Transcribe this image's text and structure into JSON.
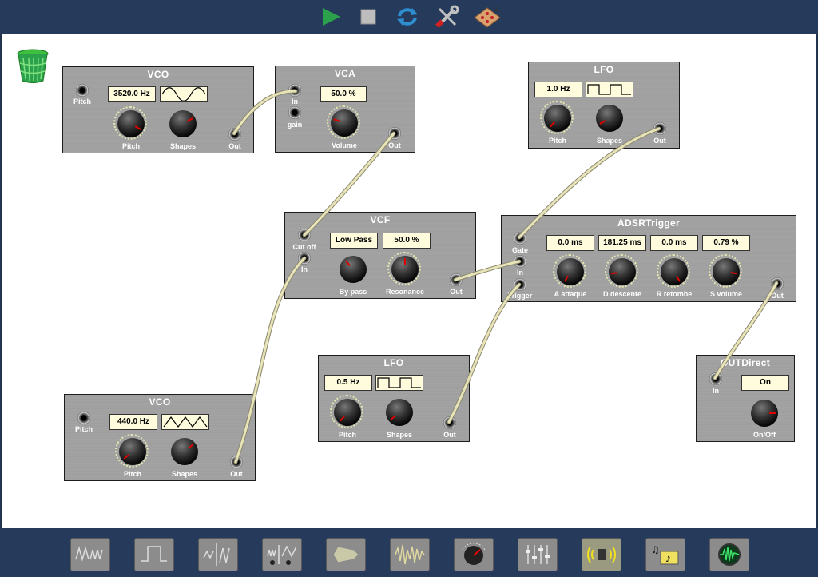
{
  "toolbar": {
    "items": [
      {
        "name": "play-icon"
      },
      {
        "name": "stop-icon"
      },
      {
        "name": "refresh-icon"
      },
      {
        "name": "settings-tools-icon"
      },
      {
        "name": "patch-icon"
      }
    ]
  },
  "trash": {
    "icon": "trash-icon"
  },
  "modules": {
    "vco1": {
      "title": "VCO",
      "freq": "3520.0 Hz",
      "wave": "sine",
      "pitch_in": "Pitch",
      "pitch_knob": "Pitch",
      "shapes_knob": "Shapes",
      "out": "Out"
    },
    "vca": {
      "title": "VCA",
      "volume_value": "50.0 %",
      "in": "In",
      "gain": "gain",
      "volume_knob": "Volume",
      "out": "Out"
    },
    "lfo1": {
      "title": "LFO",
      "freq": "1.0 Hz",
      "wave": "square",
      "pitch_knob": "Pitch",
      "shapes_knob": "Shapes",
      "out": "Out"
    },
    "vcf": {
      "title": "VCF",
      "mode": "Low Pass",
      "resonance_value": "50.0 %",
      "cutoff": "Cut off",
      "in": "In",
      "bypass_knob": "By pass",
      "resonance_knob": "Resonance",
      "out": "Out"
    },
    "adsr": {
      "title": "ADSRTrigger",
      "values": [
        "0.0 ms",
        "181.25 ms",
        "0.0 ms",
        "0.79 %"
      ],
      "gate": "Gate",
      "in": "In",
      "trigger": "Trigger",
      "knobs": [
        "A attaque",
        "D descente",
        "R retombe",
        "S volume"
      ],
      "out": "Out"
    },
    "lfo2": {
      "title": "LFO",
      "freq": "0.5 Hz",
      "wave": "square",
      "pitch_knob": "Pitch",
      "shapes_knob": "Shapes",
      "out": "Out"
    },
    "vco2": {
      "title": "VCO",
      "freq": "440.0 Hz",
      "wave": "triangle",
      "pitch_in": "Pitch",
      "pitch_knob": "Pitch",
      "shapes_knob": "Shapes",
      "out": "Out"
    },
    "outdirect": {
      "title": "OUTDirect",
      "state": "On",
      "in": "In",
      "onoff_knob": "On/Off"
    }
  },
  "palette": {
    "items": [
      {
        "name": "oscillator-palette-icon"
      },
      {
        "name": "square-wave-palette-icon"
      },
      {
        "name": "filter-palette-icon"
      },
      {
        "name": "modulation-palette-icon"
      },
      {
        "name": "envelope-palette-icon"
      },
      {
        "name": "sampler-palette-icon"
      },
      {
        "name": "knob-palette-icon"
      },
      {
        "name": "mixer-palette-icon"
      },
      {
        "name": "speaker-palette-icon"
      },
      {
        "name": "sequencer-palette-icon"
      },
      {
        "name": "scope-palette-icon"
      }
    ],
    "active_index": 8
  },
  "colors": {
    "cable": "#e8e4b8",
    "panel": "#a0a0a0",
    "lcd": "#fefcdc",
    "knob_indicator": "#e00000",
    "accent_green": "#2aa14a"
  }
}
